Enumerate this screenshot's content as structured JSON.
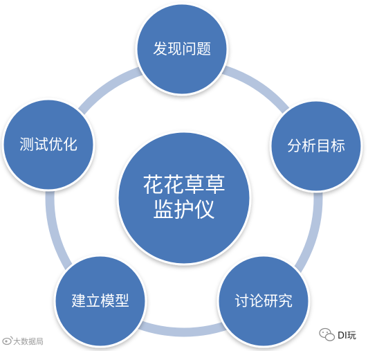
{
  "diagram": {
    "center": {
      "line1": "花花草草",
      "line2": "监护仪"
    },
    "nodes": [
      {
        "label": "发现问题"
      },
      {
        "label": "分析目标"
      },
      {
        "label": "讨论研究"
      },
      {
        "label": "建立模型"
      },
      {
        "label": "测试优化"
      }
    ]
  },
  "watermark": {
    "left": "大数据局",
    "right": "DI玩"
  },
  "colors": {
    "node_fill": "#4a78b8",
    "node_stroke": "#ffffff",
    "ring": "#b4c4de",
    "background": "#ffffff"
  }
}
